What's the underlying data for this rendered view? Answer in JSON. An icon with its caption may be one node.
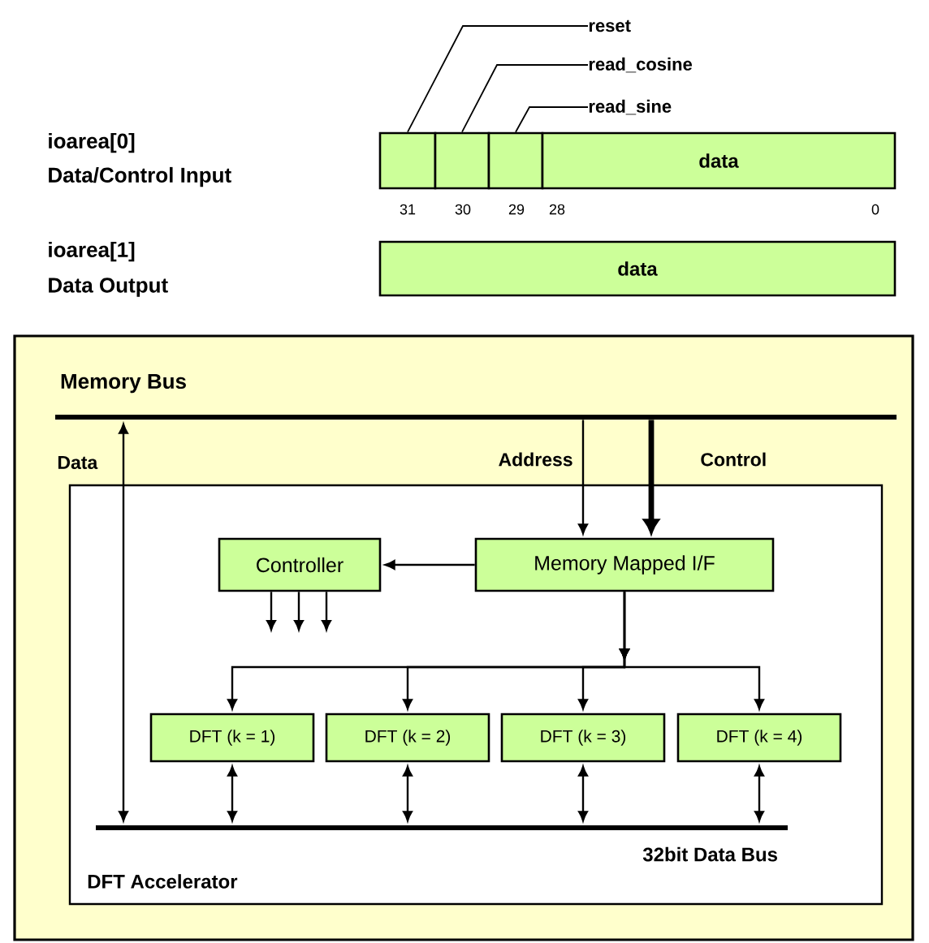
{
  "diagram": {
    "nodes": [
      {
        "text": [
          "reset"
        ]
      },
      {
        "text": [
          "read_cosine"
        ]
      },
      {
        "text": [
          "read_sine"
        ]
      },
      {
        "text": [],
        "shape": "box"
      },
      {
        "text": [],
        "shape": "box"
      },
      {
        "text": [],
        "shape": "box"
      },
      {
        "text": [
          "data"
        ]
      },
      {
        "text": [
          "data"
        ]
      },
      {
        "text": [],
        "shape": "box"
      },
      {
        "text": [
          "Memory Bus"
        ],
        "in": 8
      },
      {
        "text": [
          "DFT Accelerator"
        ],
        "in": 8
      },
      {
        "text": [
          "Controller"
        ],
        "in": 10
      },
      {
        "text": [
          "Memory Mapped I/F"
        ],
        "in": 10
      },
      {
        "text": [
          "DFT (k = 1)"
        ],
        "in": 10
      },
      {
        "text": [
          "DFT (k = 2)"
        ],
        "in": 10
      },
      {
        "text": [
          "DFT (k = 3)"
        ],
        "in": 10
      },
      {
        "text": [
          "DFT (k = 4)"
        ],
        "in": 10
      },
      {
        "text": [
          "32bit Data Bus"
        ],
        "in": 10
      }
    ],
    "edges": [
      {
        "from": 0,
        "to": 3,
        "arrow": "none"
      },
      {
        "from": 1,
        "to": 4,
        "arrow": "none"
      },
      {
        "from": 2,
        "to": 5,
        "arrow": "none"
      },
      {
        "from": 9,
        "to": 17,
        "arrow": "both",
        "label": "Data"
      },
      {
        "from": 9,
        "to": 12,
        "arrow": "to",
        "label": "Address"
      },
      {
        "from": 9,
        "to": 12,
        "arrow": "to",
        "label": "Control",
        "style": "thick"
      },
      {
        "from": 12,
        "to": 11,
        "arrow": "to"
      },
      {
        "from": 11,
        "to": null,
        "arrow": "to"
      },
      {
        "from": 11,
        "to": null,
        "arrow": "to"
      },
      {
        "from": 11,
        "to": null,
        "arrow": "to"
      },
      {
        "from": 12,
        "to": 13,
        "arrow": "to"
      },
      {
        "from": 12,
        "to": 14,
        "arrow": "to"
      },
      {
        "from": 12,
        "to": 15,
        "arrow": "to"
      },
      {
        "from": 12,
        "to": 16,
        "arrow": "to"
      },
      {
        "from": 13,
        "to": 17,
        "arrow": "both"
      },
      {
        "from": 14,
        "to": 17,
        "arrow": "both"
      },
      {
        "from": 15,
        "to": 17,
        "arrow": "both"
      },
      {
        "from": 16,
        "to": 17,
        "arrow": "both"
      }
    ],
    "labels": [
      "ioarea[0]",
      "Data/Control Input",
      "31",
      "30",
      "29",
      "28",
      "0",
      "ioarea[1]",
      "Data Output"
    ]
  }
}
